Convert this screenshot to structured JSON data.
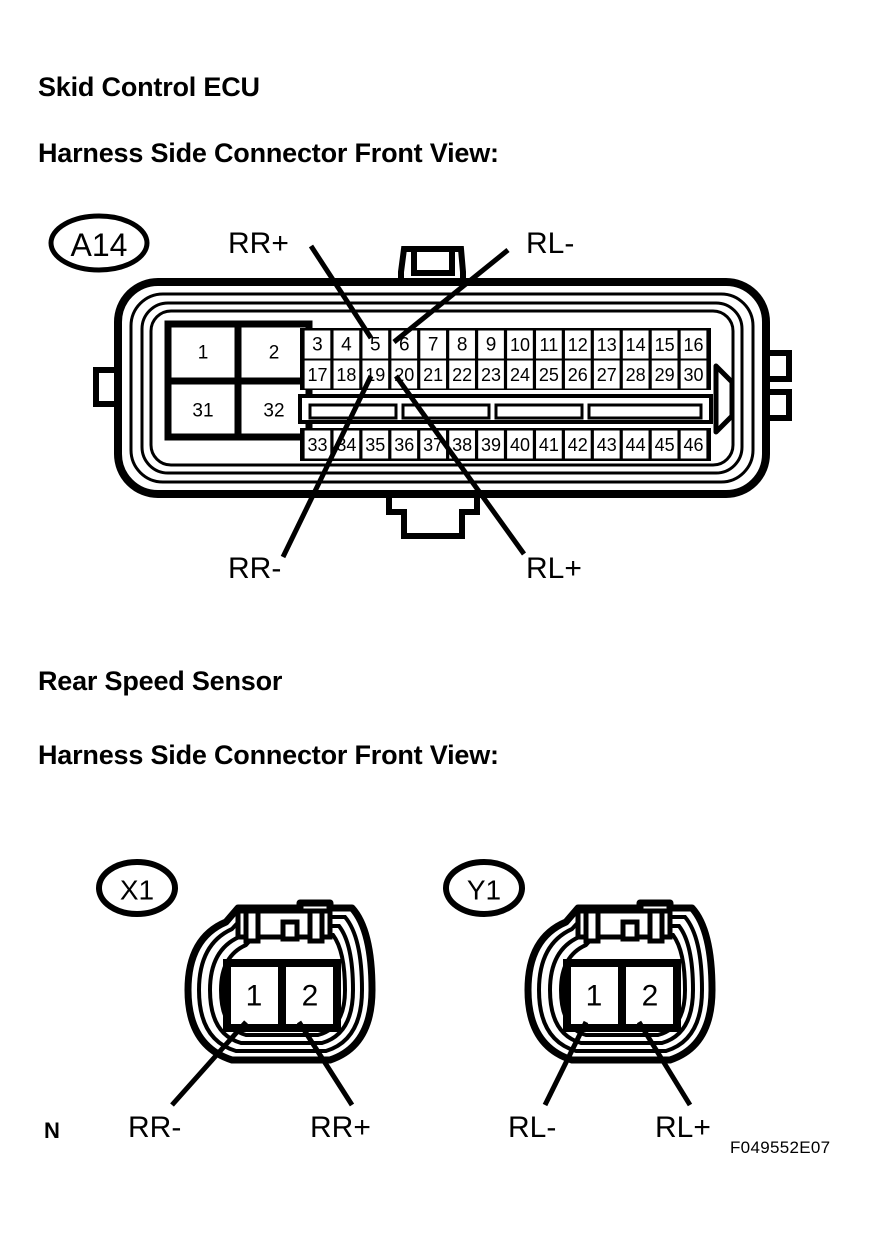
{
  "document": {
    "figure_code": "F049552E07",
    "corner_marker": "N"
  },
  "sections": [
    {
      "title": "Skid Control ECU",
      "subtitle": "Harness Side Connector Front View:"
    },
    {
      "title": "Rear Speed Sensor",
      "subtitle": "Harness Side Connector Front View:"
    }
  ],
  "ecu_connector": {
    "badge": "A14",
    "left_block_pins": [
      [
        "1",
        "2"
      ],
      [
        "31",
        "32"
      ]
    ],
    "row_upper": [
      "3",
      "4",
      "5",
      "6",
      "7",
      "8",
      "9",
      "10",
      "11",
      "12",
      "13",
      "14",
      "15",
      "16"
    ],
    "row_middle": [
      "17",
      "18",
      "19",
      "20",
      "21",
      "22",
      "23",
      "24",
      "25",
      "26",
      "27",
      "28",
      "29",
      "30"
    ],
    "row_lower": [
      "33",
      "34",
      "35",
      "36",
      "37",
      "38",
      "39",
      "40",
      "41",
      "42",
      "43",
      "44",
      "45",
      "46"
    ],
    "callouts": [
      {
        "label": "RR+",
        "pin": "5",
        "position": "top-left"
      },
      {
        "label": "RL-",
        "pin": "6",
        "position": "top-right"
      },
      {
        "label": "RR-",
        "pin": "19",
        "position": "bottom-left"
      },
      {
        "label": "RL+",
        "pin": "20",
        "position": "bottom-right"
      }
    ]
  },
  "sensor_connectors": [
    {
      "badge": "X1",
      "pins": [
        "1",
        "2"
      ],
      "labels": [
        "RR-",
        "RR+"
      ]
    },
    {
      "badge": "Y1",
      "pins": [
        "1",
        "2"
      ],
      "labels": [
        "RL-",
        "RL+"
      ]
    }
  ]
}
